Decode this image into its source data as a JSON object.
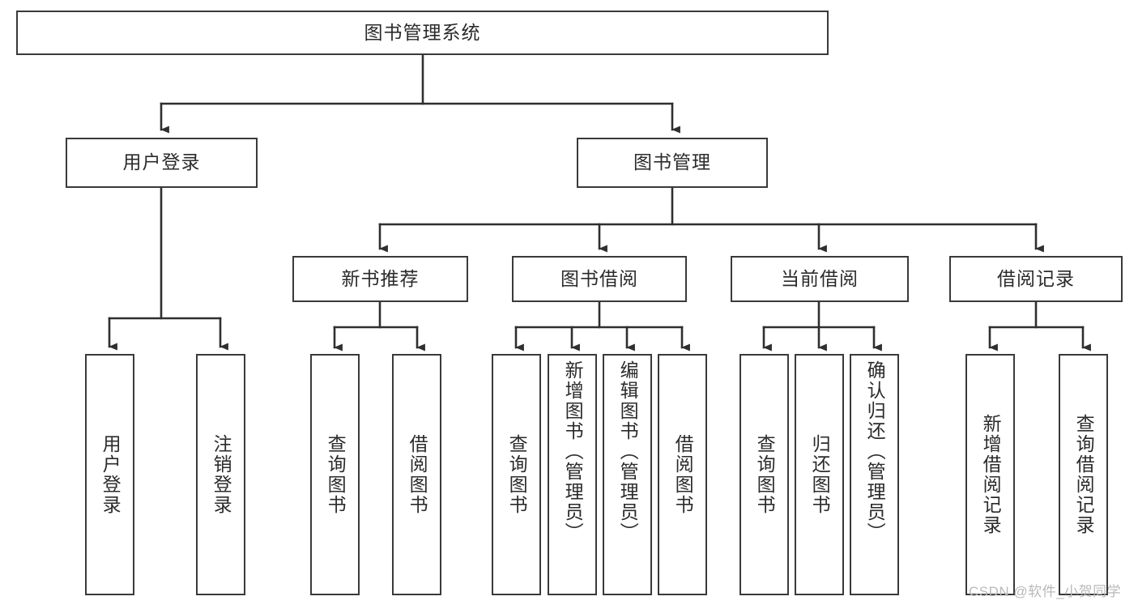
{
  "diagram": {
    "type": "tree",
    "title": "图书管理系统",
    "stroke_color": "#3a3a3a",
    "text_color": "#2b2b2b",
    "background_color": "#ffffff",
    "watermark": "CSDN @软件_小贺同学",
    "watermark_color": "#b9b9b9"
  },
  "nodes": {
    "root": {
      "label": "图书管理系统"
    },
    "level2": [
      {
        "label": "用户登录"
      },
      {
        "label": "图书管理"
      }
    ],
    "level3": [
      {
        "label": "新书推荐"
      },
      {
        "label": "图书借阅"
      },
      {
        "label": "当前借阅"
      },
      {
        "label": "借阅记录"
      }
    ],
    "leaves": {
      "user_login": [
        {
          "label": "用户登录"
        },
        {
          "label": "注销登录"
        }
      ],
      "new_book": [
        {
          "label": "查询图书"
        },
        {
          "label": "借阅图书"
        }
      ],
      "book_borrow": [
        {
          "label": "查询图书"
        },
        {
          "label": "新增图书（管理员）"
        },
        {
          "label": "编辑图书（管理员）"
        },
        {
          "label": "借阅图书"
        }
      ],
      "current_borrow": [
        {
          "label": "查询图书"
        },
        {
          "label": "归还图书"
        },
        {
          "label": "确认归还（管理员）"
        }
      ],
      "borrow_record": [
        {
          "label": "新增借阅记录"
        },
        {
          "label": "查询借阅记录"
        }
      ]
    }
  }
}
